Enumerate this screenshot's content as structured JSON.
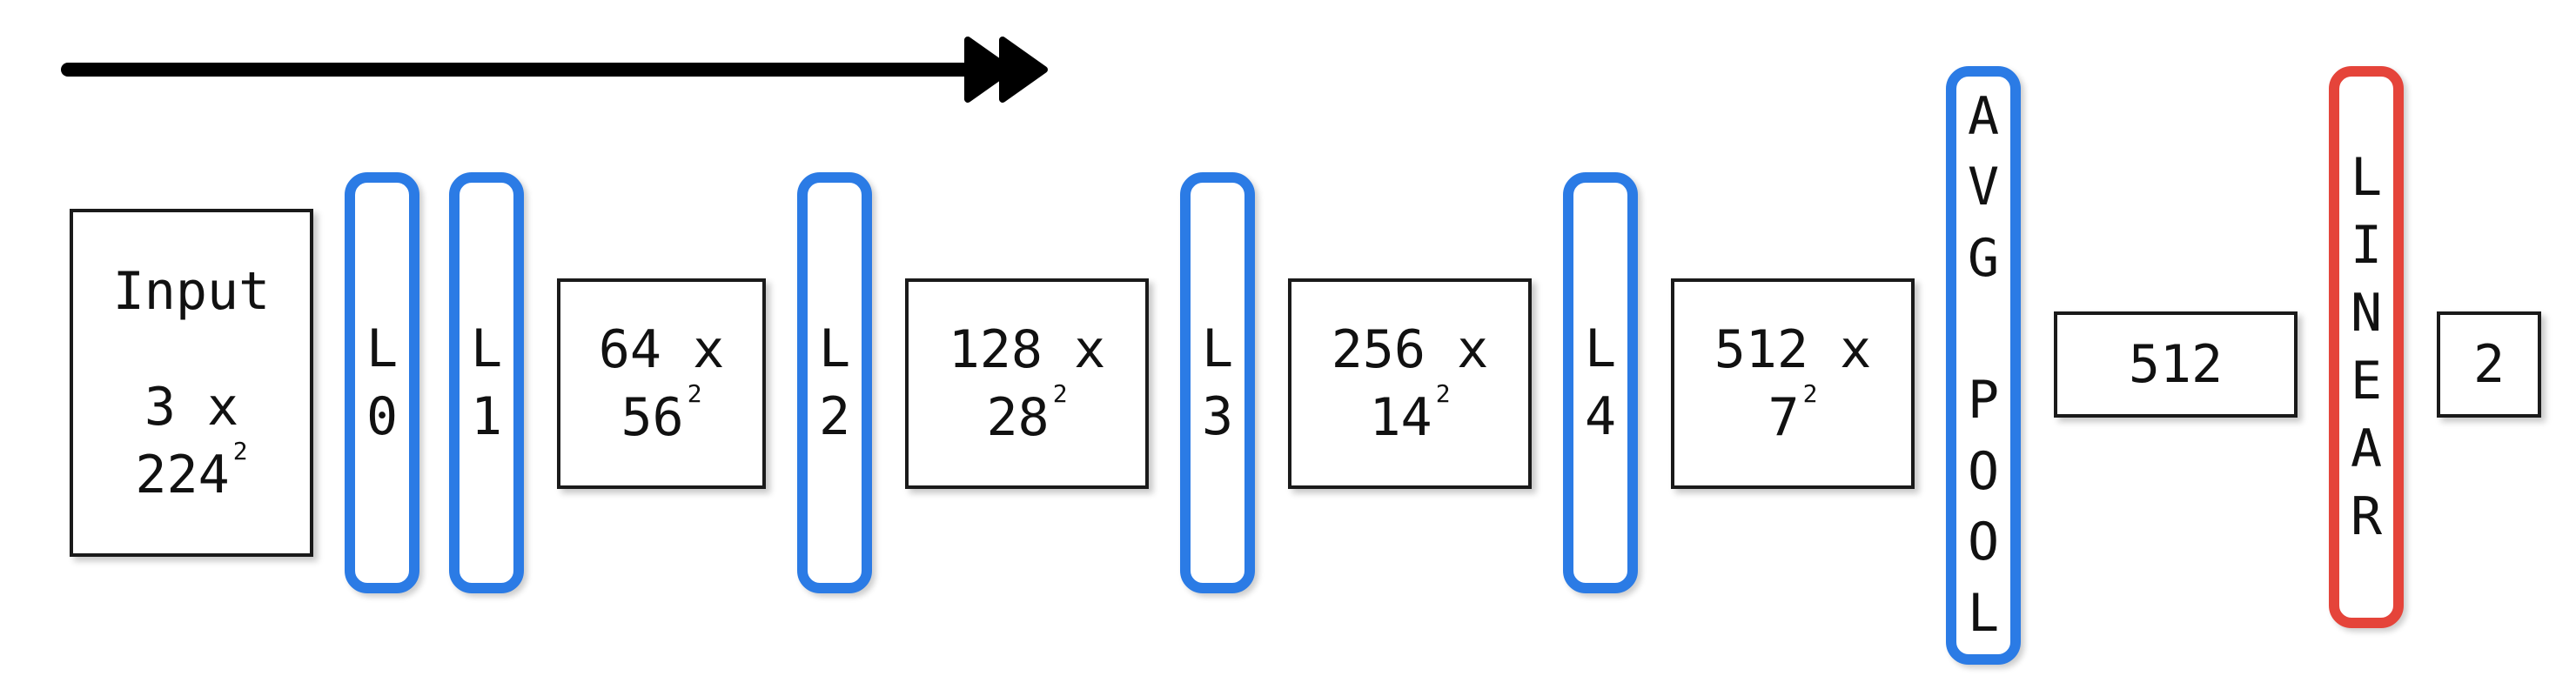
{
  "diagram": {
    "input": {
      "lines": [
        "Input",
        "3 x",
        "224"
      ],
      "sup": "2"
    },
    "layers": {
      "l0": [
        "L",
        "0"
      ],
      "l1": [
        "L",
        "1"
      ],
      "l2": [
        "L",
        "2"
      ],
      "l3": [
        "L",
        "3"
      ],
      "l4": [
        "L",
        "4"
      ],
      "avgpool": [
        "A",
        "V",
        "G",
        " ",
        "P",
        "O",
        "O",
        "L"
      ],
      "linear": [
        "L",
        "I",
        "N",
        "E",
        "A",
        "R"
      ]
    },
    "features": {
      "f64": {
        "line1": "64 x",
        "line2": "56",
        "sup": "2"
      },
      "f128": {
        "line1": "128 x",
        "line2": "28",
        "sup": "2"
      },
      "f256": {
        "line1": "256 x",
        "line2": "14",
        "sup": "2"
      },
      "f512": {
        "line1": "512 x",
        "line2": "7",
        "sup": "2"
      }
    },
    "pooled": "512",
    "output": "2",
    "colors": {
      "layer_border": "#2b7be5",
      "linear_border": "#e5443a",
      "box_border": "#1a1a1a"
    },
    "icons": {
      "flow_arrow": "double-arrow-right-icon"
    }
  }
}
